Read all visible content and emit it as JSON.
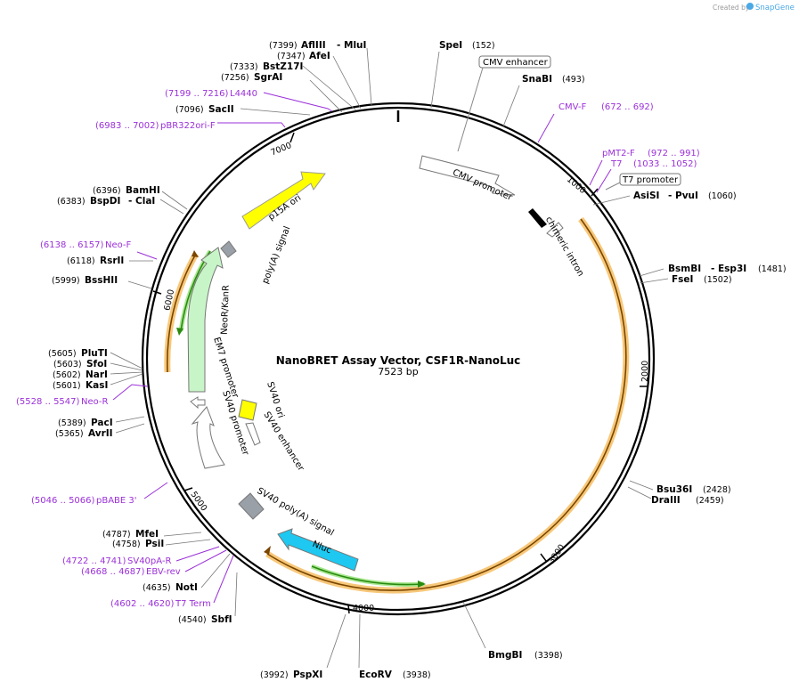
{
  "credit": "Created by",
  "brand": "SnapGene",
  "map": {
    "title": "NanoBRET Assay Vector, CSF1R-NanoLuc",
    "length": "7523 bp"
  },
  "ticks": [
    "1000",
    "2000",
    "3000",
    "4000",
    "5000",
    "6000",
    "7000"
  ],
  "enzymes": [
    {
      "name": "AflIII",
      "pos": "(7399)"
    },
    {
      "name": "- MluI",
      "pos": ""
    },
    {
      "name": "AfeI",
      "pos": "(7347)"
    },
    {
      "name": "BstZ17I",
      "pos": "(7333)"
    },
    {
      "name": "SgrAI",
      "pos": "(7256)"
    },
    {
      "name": "SacII",
      "pos": "(7096)"
    },
    {
      "name": "SpeI",
      "pos": "(152)"
    },
    {
      "name": "SnaBI",
      "pos": "(493)"
    },
    {
      "name": "AsiSI",
      "pos": "(1060)"
    },
    {
      "name": "- PvuI",
      "pos": ""
    },
    {
      "name": "BsmBI",
      "pos": "(1481)"
    },
    {
      "name": "- Esp3I",
      "pos": ""
    },
    {
      "name": "FseI",
      "pos": "(1502)"
    },
    {
      "name": "Bsu36I",
      "pos": "(2428)"
    },
    {
      "name": "DraIII",
      "pos": "(2459)"
    },
    {
      "name": "BmgBI",
      "pos": "(3398)"
    },
    {
      "name": "EcoRV",
      "pos": "(3938)"
    },
    {
      "name": "PspXI",
      "pos": "(3992)"
    },
    {
      "name": "SbfI",
      "pos": "(4540)"
    },
    {
      "name": "NotI",
      "pos": "(4635)"
    },
    {
      "name": "PsiI",
      "pos": "(4758)"
    },
    {
      "name": "MfeI",
      "pos": "(4787)"
    },
    {
      "name": "AvrII",
      "pos": "(5365)"
    },
    {
      "name": "PacI",
      "pos": "(5389)"
    },
    {
      "name": "KasI",
      "pos": "(5601)"
    },
    {
      "name": "NarI",
      "pos": "(5602)"
    },
    {
      "name": "SfoI",
      "pos": "(5603)"
    },
    {
      "name": "PluTI",
      "pos": "(5605)"
    },
    {
      "name": "BssHII",
      "pos": "(5999)"
    },
    {
      "name": "RsrII",
      "pos": "(6118)"
    },
    {
      "name": "BspDI",
      "pos": "(6383)"
    },
    {
      "name": "- ClaI",
      "pos": ""
    },
    {
      "name": "BamHI",
      "pos": "(6396)"
    }
  ],
  "primers": [
    {
      "name": "L4440",
      "pos": "(7199 .. 7216)"
    },
    {
      "name": "pBR322ori-F",
      "pos": "(6983 .. 7002)"
    },
    {
      "name": "CMV-F",
      "pos": "(672 .. 692)"
    },
    {
      "name": "pMT2-F",
      "pos": "(972 .. 991)"
    },
    {
      "name": "T7",
      "pos": "(1033 .. 1052)"
    },
    {
      "name": "Neo-F",
      "pos": "(6138 .. 6157)"
    },
    {
      "name": "Neo-R",
      "pos": "(5528 .. 5547)"
    },
    {
      "name": "pBABE 3'",
      "pos": "(5046 .. 5066)"
    },
    {
      "name": "SV40pA-R",
      "pos": "(4722 .. 4741)"
    },
    {
      "name": "EBV-rev",
      "pos": "(4668 .. 4687)"
    },
    {
      "name": "T7 Term",
      "pos": "(4602 .. 4620)"
    }
  ],
  "boxed_features": [
    "CMV enhancer",
    "T7 promoter"
  ],
  "features": [
    "CMV promoter",
    "chimeric intron",
    "p15A ori",
    "poly(A) signal",
    "NeoR/KanR",
    "EM7 promoter",
    "SV40 promoter",
    "SV40 ori",
    "SV40 enhancer",
    "SV40 poly(A) signal",
    "Nluc"
  ],
  "colors": {
    "primer": "#9b30d9",
    "orf": "#f7c87a",
    "orf_edge": "#b86a00",
    "neo": "#c8f5c8",
    "ori": "#ffff00",
    "nluc": "#1ec8f0",
    "polyA": "#999999",
    "green": "#2a8a10"
  }
}
